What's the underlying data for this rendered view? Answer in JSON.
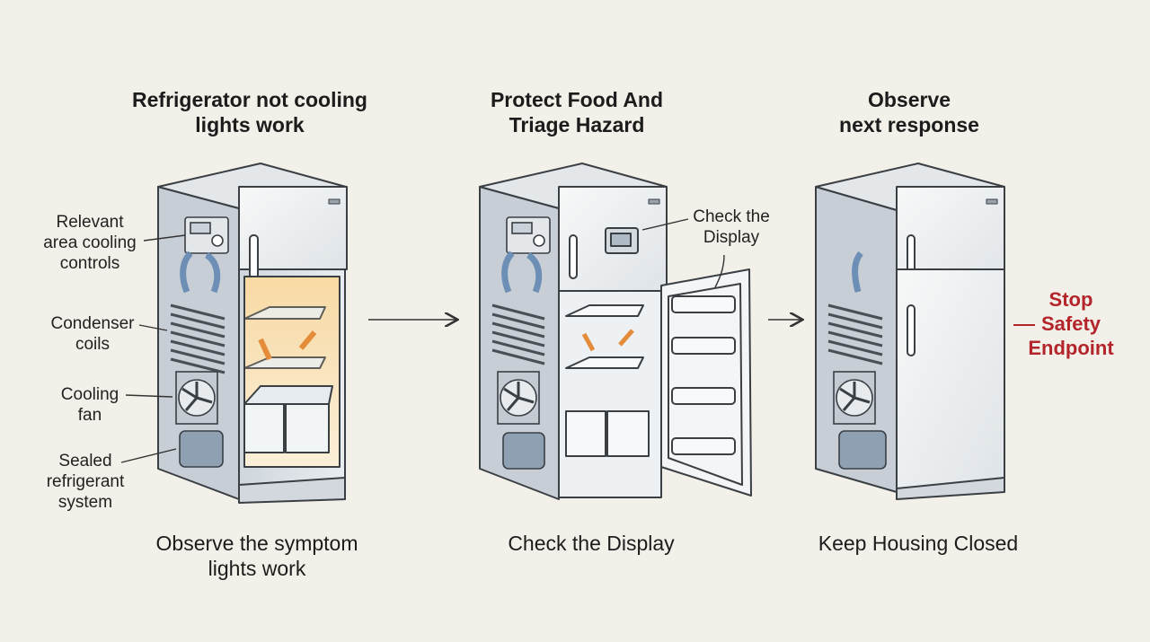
{
  "steps": [
    {
      "title": "Refrigerator not cooling\nlights work",
      "caption": "Observe the symptom\nlights work",
      "callouts": [
        "Relevant\narea cooling\ncontrols",
        "Condenser\ncoils",
        "Cooling\nfan",
        "Sealed\nrefrigerant\nsystem"
      ]
    },
    {
      "title": "Protect Food And\nTriage Hazard",
      "caption": "Check the Display",
      "callouts": [
        "Check the\nDisplay"
      ]
    },
    {
      "title": "Observe\nnext response",
      "caption": "Keep Housing Closed",
      "endpoint": "Stop\nSafety\nEndpoint"
    }
  ],
  "colors": {
    "background": "#f3f0e9",
    "endpoint": "#b3252b",
    "airflow": "#6e8fb5",
    "warm_interior": "#f6dfb0"
  }
}
